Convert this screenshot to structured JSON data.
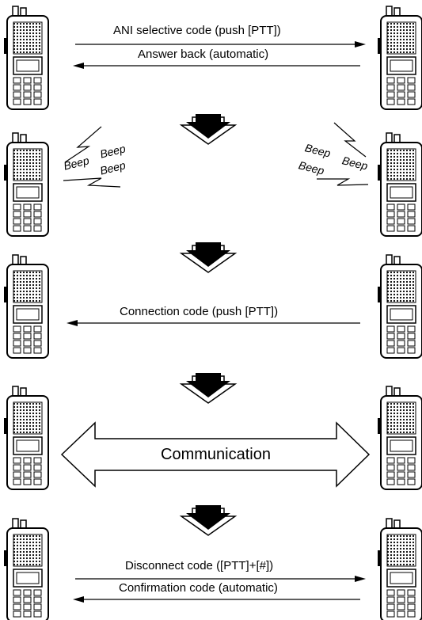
{
  "steps": [
    {
      "arrows": {
        "right": "ANI selective code (push [PTT])",
        "left": "Answer back (automatic)"
      }
    },
    {
      "beeps": {
        "left": [
          "Beep",
          "Beep",
          "Beep"
        ],
        "right": [
          "Beep",
          "Beep",
          "Beep"
        ]
      }
    },
    {
      "arrows": {
        "left": "Connection code (push [PTT])"
      }
    },
    {
      "arrows": {
        "both": "Communication"
      }
    },
    {
      "arrows": {
        "right": "Disconnect code ([PTT]+[#])",
        "left": "Confirmation code (automatic)"
      }
    }
  ],
  "colors": {
    "ink": "#000000",
    "background": "#ffffff"
  }
}
